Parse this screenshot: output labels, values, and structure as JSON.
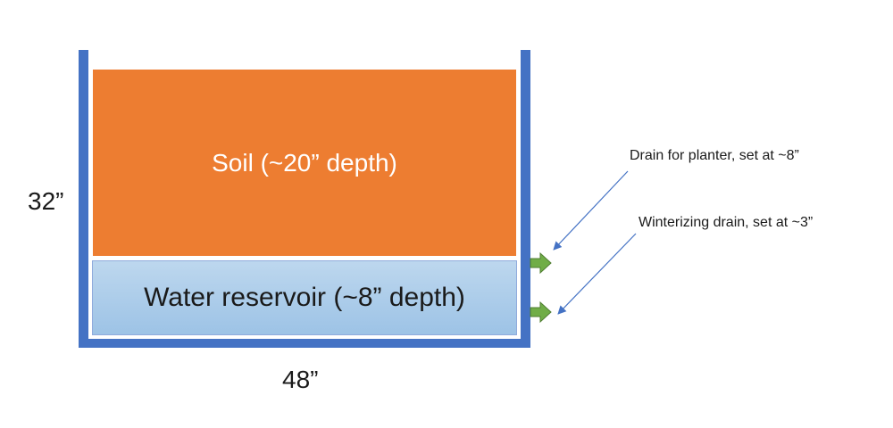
{
  "diagram": {
    "soil_label": "Soil (~20” depth)",
    "water_label": "Water reservoir (~8” depth)",
    "height_label": "32”",
    "width_label": "48”",
    "drain_planter_label": "Drain for planter, set at ~8”",
    "drain_winter_label": "Winterizing drain, set at ~3”"
  },
  "colors": {
    "planter_wall": "#4472c4",
    "soil": "#ed7d31",
    "water": "#bdd7ee",
    "drain_arrow": "#70ad47",
    "callout_line": "#4472c4"
  }
}
